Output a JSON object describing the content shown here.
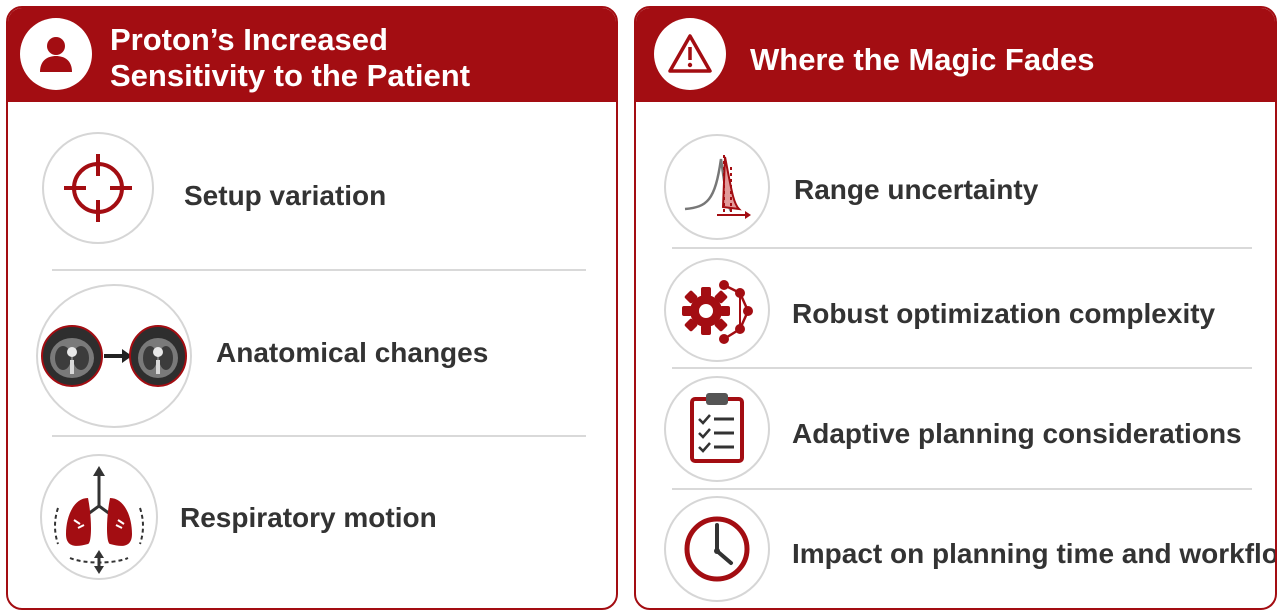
{
  "colors": {
    "accent": "#a30d12",
    "text": "#333333",
    "divider": "#d9d9d9"
  },
  "left_panel": {
    "title_line1": "Proton’s Increased",
    "title_line2": "Sensitivity to the Patient",
    "icon": "person-icon",
    "items": [
      {
        "label": "Setup variation",
        "icon": "crosshair-icon"
      },
      {
        "label": "Anatomical changes",
        "icon": "ct-scan-change-icon"
      },
      {
        "label": "Respiratory motion",
        "icon": "lungs-motion-icon"
      }
    ]
  },
  "right_panel": {
    "title": "Where the Magic Fades",
    "icon": "warning-triangle-icon",
    "items": [
      {
        "label": "Range uncertainty",
        "icon": "bragg-peak-curve-icon"
      },
      {
        "label": "Robust optimization complexity",
        "icon": "gear-network-icon"
      },
      {
        "label": "Adaptive planning considerations",
        "icon": "clipboard-checklist-icon"
      },
      {
        "label": "Impact on planning time and workflow",
        "icon": "clock-icon"
      }
    ]
  }
}
